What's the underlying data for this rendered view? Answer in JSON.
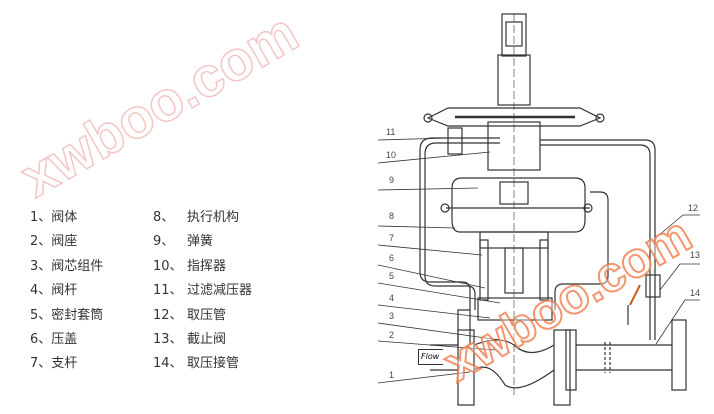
{
  "legend": [
    {
      "num": "1、",
      "label": "阀体"
    },
    {
      "num": "2、",
      "label": "阀座"
    },
    {
      "num": "3、",
      "label": "阀芯组件"
    },
    {
      "num": "4、",
      "label": "阀杆"
    },
    {
      "num": "5、",
      "label": "密封套筒"
    },
    {
      "num": "6、",
      "label": "压盖"
    },
    {
      "num": "7、",
      "label": "支杆"
    },
    {
      "num": "8、",
      "label": "执行机构"
    },
    {
      "num": "9、",
      "label": "弹簧"
    },
    {
      "num": "10、",
      "label": "指挥器"
    },
    {
      "num": "11、",
      "label": "过滤减压器"
    },
    {
      "num": "12、",
      "label": "取压管"
    },
    {
      "num": "13、",
      "label": "截止阀"
    },
    {
      "num": "14、",
      "label": "取压接管"
    }
  ],
  "callouts": [
    "11",
    "10",
    "9",
    "8",
    "7",
    "6",
    "5",
    "4",
    "3",
    "2",
    "1",
    "12",
    "13",
    "14"
  ],
  "flow_label": "Flow",
  "watermark": "xwboo.com",
  "colors": {
    "line": "#333333",
    "watermark_top": "#f4c6c6",
    "watermark_bottom": "#f07a4a"
  }
}
